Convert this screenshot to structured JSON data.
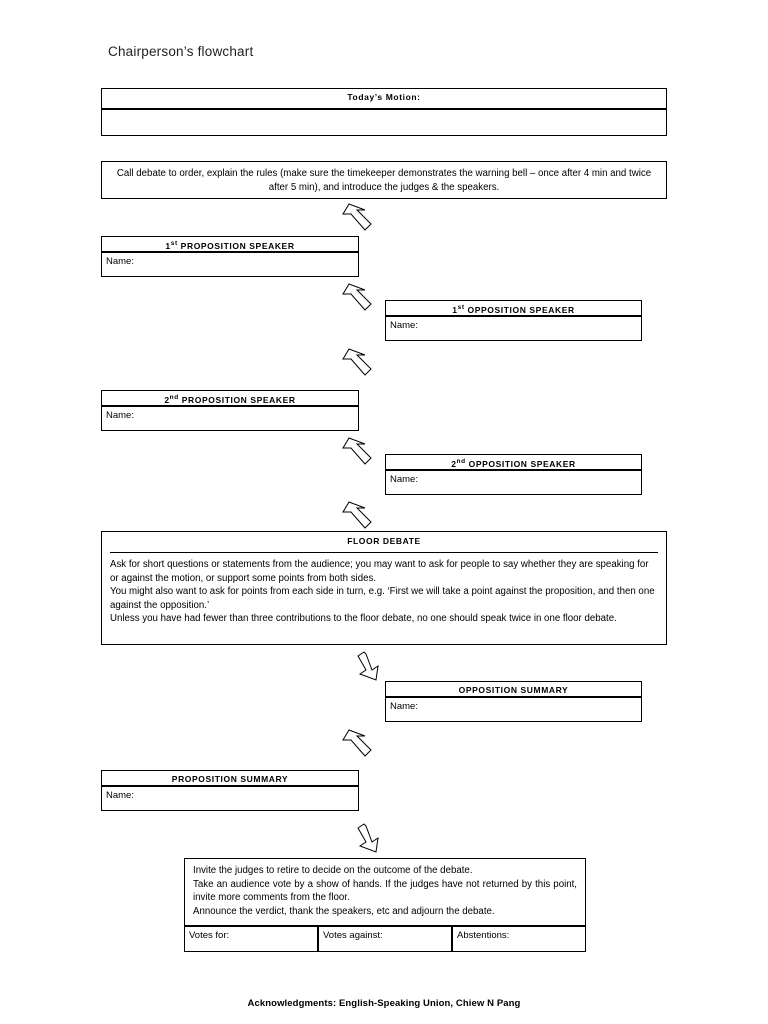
{
  "document": {
    "title": "Chairperson’s flowchart",
    "footer": "Acknowledgments: English-Speaking Union, Chiew N Pang"
  },
  "motion": {
    "header": "Today’s Motion:",
    "value": ""
  },
  "intro": {
    "text": "Call debate to order, explain the rules (make sure the timekeeper demonstrates the warning bell – once after 4 min and twice after 5 min), and introduce the judges & the speakers."
  },
  "boxes": {
    "prop1": {
      "header_num": "1",
      "header_sup": "st",
      "header_rest": " PROPOSITION SPEAKER",
      "name_label": "Name:"
    },
    "opp1": {
      "header_num": "1",
      "header_sup": "st",
      "header_rest": " OPPOSITION SPEAKER",
      "name_label": "Name:"
    },
    "prop2": {
      "header_num": "2",
      "header_sup": "nd",
      "header_rest": " PROPOSITION SPEAKER",
      "name_label": "Name:"
    },
    "opp2": {
      "header_num": "2",
      "header_sup": "nd",
      "header_rest": " OPPOSITION SPEAKER",
      "name_label": "Name:"
    },
    "floor": {
      "header": "FLOOR DEBATE"
    },
    "oppsum": {
      "header": "OPPOSITION SUMMARY",
      "name_label": "Name:"
    },
    "propsum": {
      "header": "PROPOSITION SUMMARY",
      "name_label": "Name:"
    }
  },
  "floor_text": {
    "p1": "Ask for short questions or statements from the audience; you may want to ask for people to say whether they are speaking for or against the motion, or support some points from both sides.",
    "p2": "You might also want to ask for points from each side in turn, e.g. ‘First we will take a point against the proposition, and then one against the opposition.’",
    "p3": "Unless you have had fewer than three contributions to the floor debate, no one should speak twice in one floor debate."
  },
  "final": {
    "l1": "Invite the judges to retire to decide on the outcome of the debate.",
    "l2": "Take an audience vote by a show of hands. If the judges have not returned by this point, invite more comments from the floor.",
    "l3": "Announce the verdict, thank the speakers, etc and adjourn the debate.",
    "votes_for": "Votes for:",
    "votes_against": "Votes against:",
    "abstentions": "Abstentions:"
  },
  "arrows": {
    "label": "down-right-arrow"
  }
}
